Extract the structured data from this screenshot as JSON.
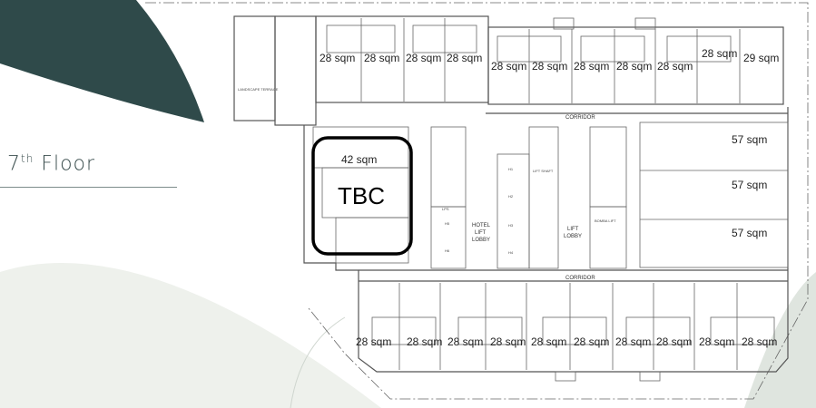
{
  "floor": {
    "label_main": "7",
    "label_sup": "th",
    "label_rest": " Floor"
  },
  "colors": {
    "accent_dark": "#2f4a4a",
    "bg_curve": "#dfe5df",
    "line": "#555555"
  },
  "plan": {
    "landscape_label": "LANDSCAPE TERRACE",
    "corridor_top": "CORRIDOR",
    "corridor_bottom": "CORRIDOR",
    "hotel_lift_lobby": [
      "HOTEL",
      "LIFT",
      "LOBBY"
    ],
    "lift_lobby": [
      "LIFT",
      "LOBBY"
    ],
    "bomba_lift": "BOMBA LIFT",
    "lift_labels": [
      "H1",
      "H2",
      "H3",
      "H4",
      "H5",
      "H6"
    ],
    "lift_shaft": "LIFT SHAFT",
    "lps": "LPS",
    "top_units": [
      "28 sqm",
      "28 sqm",
      "28 sqm",
      "28 sqm",
      "28 sqm",
      "28 sqm",
      "28 sqm",
      "28 sqm",
      "28 sqm",
      "28 sqm",
      "29 sqm"
    ],
    "bottom_units": [
      "28 sqm",
      "28 sqm",
      "28 sqm",
      "28 sqm",
      "28 sqm",
      "28 sqm",
      "28 sqm",
      "28 sqm",
      "28 sqm",
      "28 sqm"
    ],
    "right_units": [
      "57 sqm",
      "57 sqm",
      "57 sqm"
    ],
    "left_unit": "42 sqm",
    "highlight_label": "TBC"
  }
}
